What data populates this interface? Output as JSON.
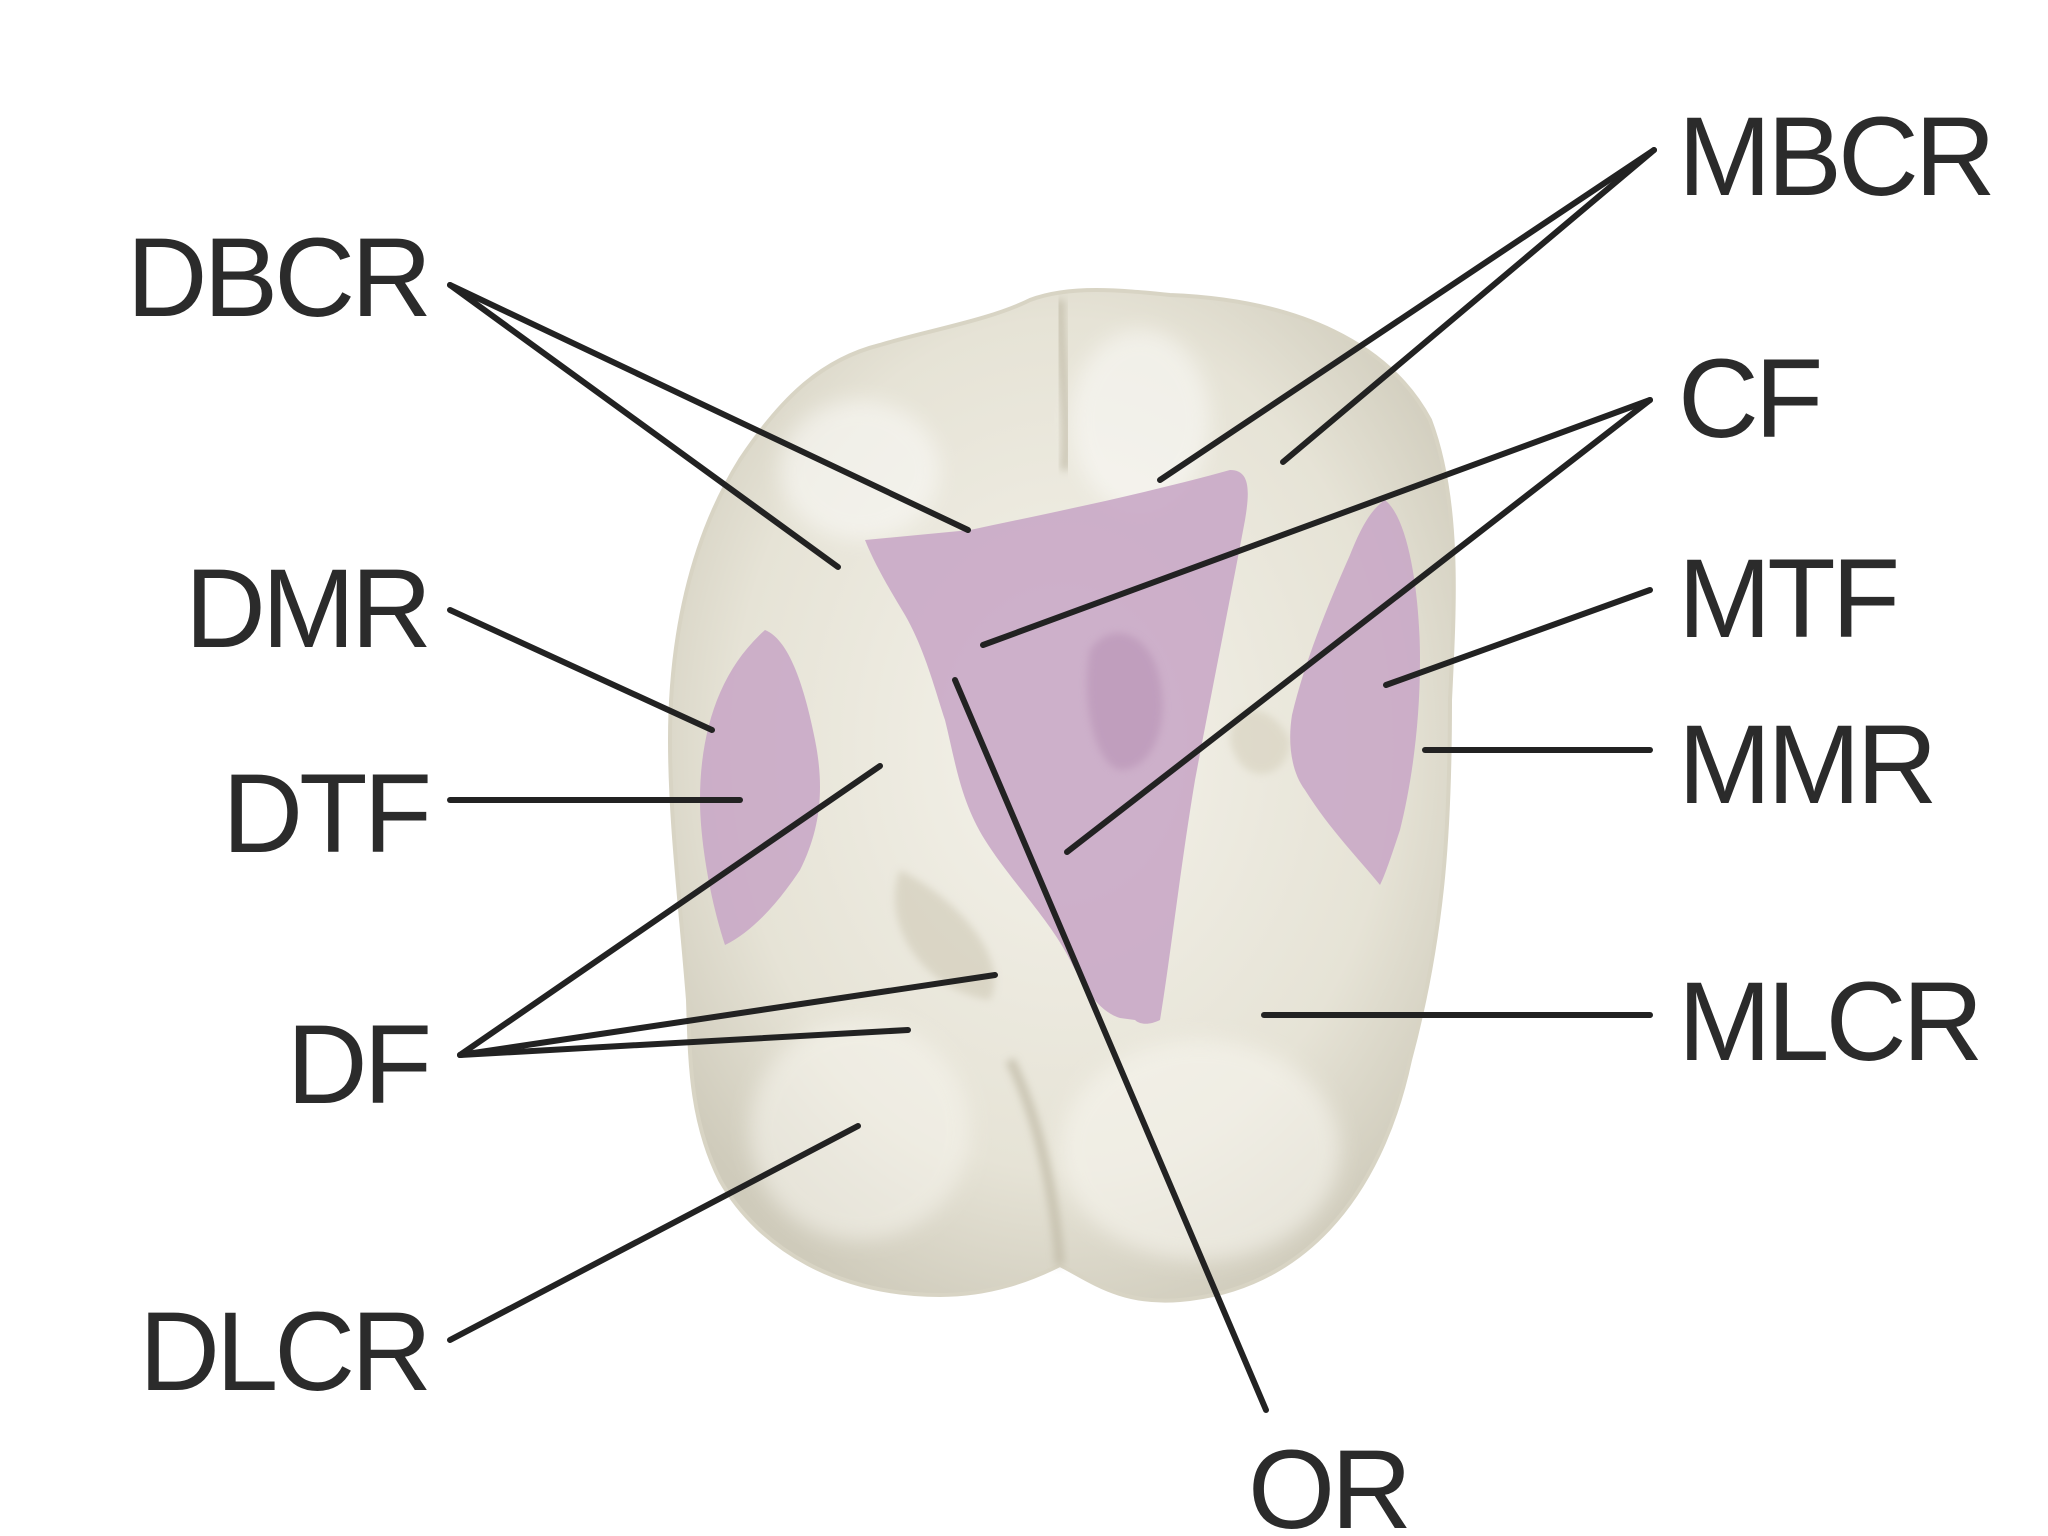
{
  "labels": {
    "dbcr": "DBCR",
    "dmr": "DMR",
    "dtf": "DTF",
    "df": "DF",
    "dlcr": "DLCR",
    "or": "OR",
    "mbcr": "MBCR",
    "cf": "CF",
    "mtf": "MTF",
    "mmr": "MMR",
    "mlcr": "MLCR"
  },
  "colors": {
    "tooth_enamel": "#e9e7dc",
    "highlight_region": "#c9a9c6",
    "label_text": "#2b2b2b",
    "leader_line": "#222222"
  }
}
